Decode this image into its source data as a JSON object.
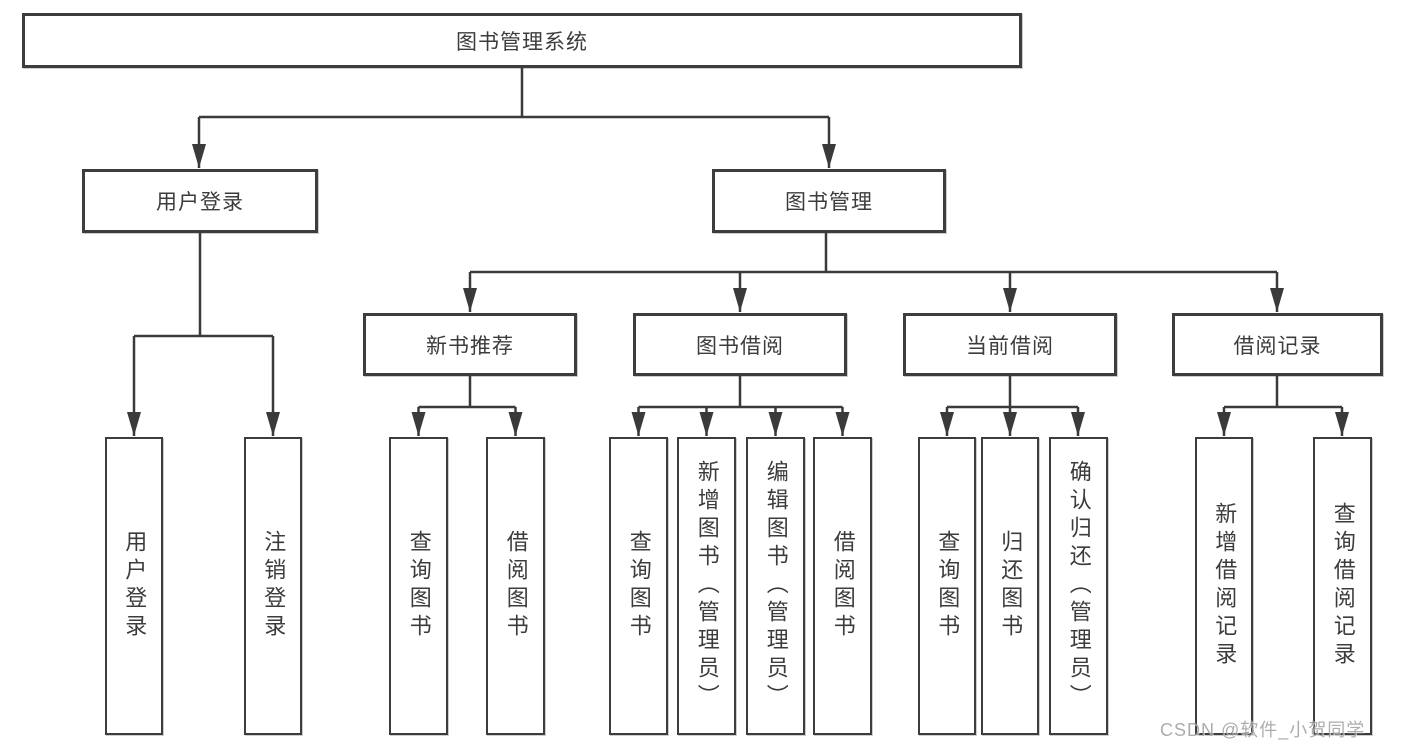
{
  "colors": {
    "border": "#3d3d3d",
    "line": "#3a3a3a",
    "text": "#3c3c3c",
    "background": "#ffffff",
    "watermark": "#9e9e9e"
  },
  "watermark": "CSDN @软件_小贺同学",
  "tree": {
    "label": "图书管理系统",
    "children": [
      {
        "label": "用户登录",
        "children": [
          {
            "label": "用户登录"
          },
          {
            "label": "注销登录"
          }
        ]
      },
      {
        "label": "图书管理",
        "children": [
          {
            "label": "新书推荐",
            "children": [
              {
                "label": "查询图书"
              },
              {
                "label": "借阅图书"
              }
            ]
          },
          {
            "label": "图书借阅",
            "children": [
              {
                "label": "查询图书"
              },
              {
                "label": "新增图书（管理员）"
              },
              {
                "label": "编辑图书（管理员）"
              },
              {
                "label": "借阅图书"
              }
            ]
          },
          {
            "label": "当前借阅",
            "children": [
              {
                "label": "查询图书"
              },
              {
                "label": "归还图书"
              },
              {
                "label": "确认归还（管理员）"
              }
            ]
          },
          {
            "label": "借阅记录",
            "children": [
              {
                "label": "新增借阅记录"
              },
              {
                "label": "查询借阅记录"
              }
            ]
          }
        ]
      }
    ]
  }
}
